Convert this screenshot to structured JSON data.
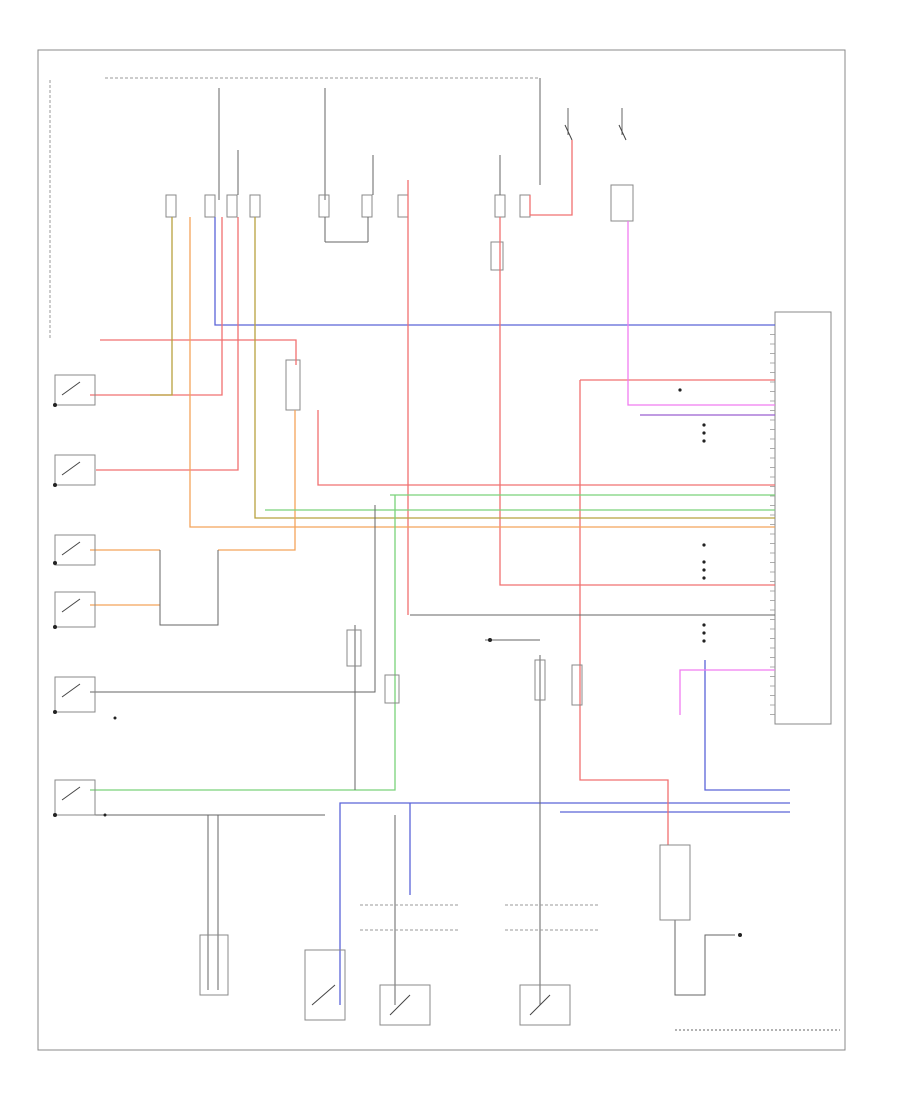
{
  "diagram": {
    "title": "",
    "footer_code": "",
    "colors": {
      "blue": "#5a63d8",
      "red": "#f07070",
      "orange": "#f3a35a",
      "olive": "#b8a23e",
      "green": "#7ad27a",
      "pink": "#f07cf0",
      "purple": "#9a5fd0",
      "gray": "#666666",
      "black": "#222222"
    },
    "components": [
      {
        "id": "module",
        "label": ""
      },
      {
        "id": "left-front-door-switch",
        "label": ""
      },
      {
        "id": "right-front-door-switch",
        "label": ""
      },
      {
        "id": "left-rear-door-switch",
        "label": ""
      },
      {
        "id": "right-rear-door-switch",
        "label": ""
      },
      {
        "id": "trunk-switch",
        "label": ""
      },
      {
        "id": "hood-switch",
        "label": ""
      },
      {
        "id": "left-door-lock-motor",
        "label": ""
      },
      {
        "id": "right-door-lock-motor",
        "label": ""
      },
      {
        "id": "trunk-lock-motor",
        "label": ""
      },
      {
        "id": "keyless-receiver",
        "label": ""
      }
    ]
  }
}
